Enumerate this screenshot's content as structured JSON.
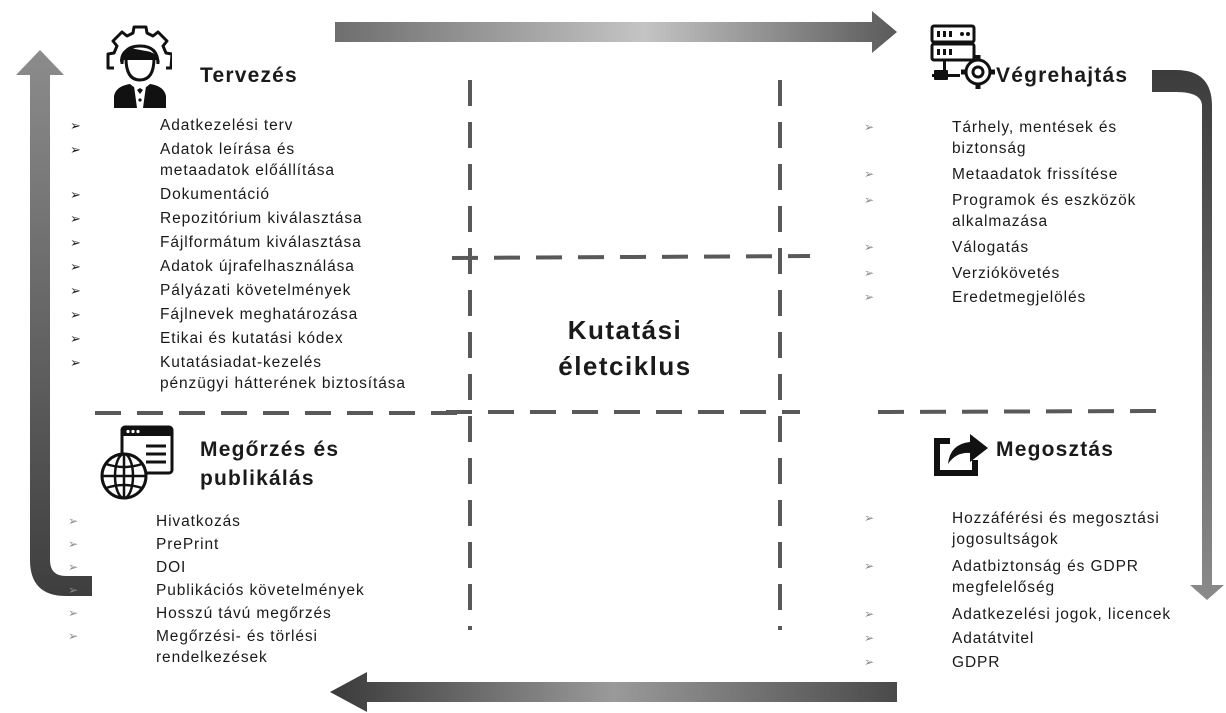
{
  "center_title": [
    "Kutatási",
    "életciklus"
  ],
  "colors": {
    "arrow_dark": "#3c3c3c",
    "arrow_light": "#b9b9b9",
    "divider": "#595959",
    "text": "#1a1a1a"
  },
  "quadrants": {
    "tervezes": {
      "title": "Tervezés",
      "icon": "engineer-gear-icon",
      "items": [
        "Adatkezelési terv",
        "Adatok leírása és\nmetaadatok előállítása",
        "Dokumentáció",
        "Repozitórium kiválasztása",
        "Fájlformátum kiválasztása",
        "Adatok újrafelhasználása",
        "Pályázati követelmények",
        "Fájlnevek meghatározása",
        "Etikai és kutatási kódex",
        "Kutatásiadat-kezelés\npénzügyi hátterének biztosítása"
      ]
    },
    "vegrehajtas": {
      "title": "Végrehajtás",
      "icon": "server-settings-icon",
      "items": [
        "Tárhely, mentések és\nbiztonság",
        "Metaadatok frissítése",
        "Programok és eszközök\nalkalmazása",
        "Válogatás",
        "Verziókövetés",
        "Eredetmegjelölés"
      ]
    },
    "megorzes": {
      "title": "Megőrzés és\npublikálás",
      "icon": "web-globe-icon",
      "items": [
        "Hivatkozás",
        "PrePrint",
        "DOI",
        "Publikációs követelmények",
        "Hosszú távú megőrzés",
        "Megőrzési- és törlési\nrendelkezések"
      ]
    },
    "megosztas": {
      "title": "Megosztás",
      "icon": "share-icon",
      "items": [
        "Hozzáférési és megosztási\njogosultságok",
        "Adatbiztonság és GDPR\nmegfelelőség",
        "Adatkezelési jogok, licencek",
        "Adatátvitel",
        "GDPR"
      ]
    }
  }
}
